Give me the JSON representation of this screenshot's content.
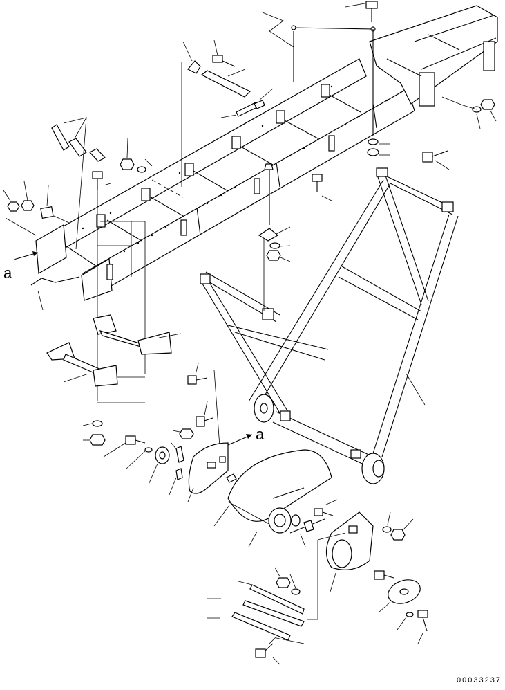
{
  "figure": {
    "drawing_number": "00033237",
    "reference_letters": [
      "a",
      "a"
    ]
  },
  "colors": {
    "ink": "#000000",
    "paper": "#ffffff"
  }
}
